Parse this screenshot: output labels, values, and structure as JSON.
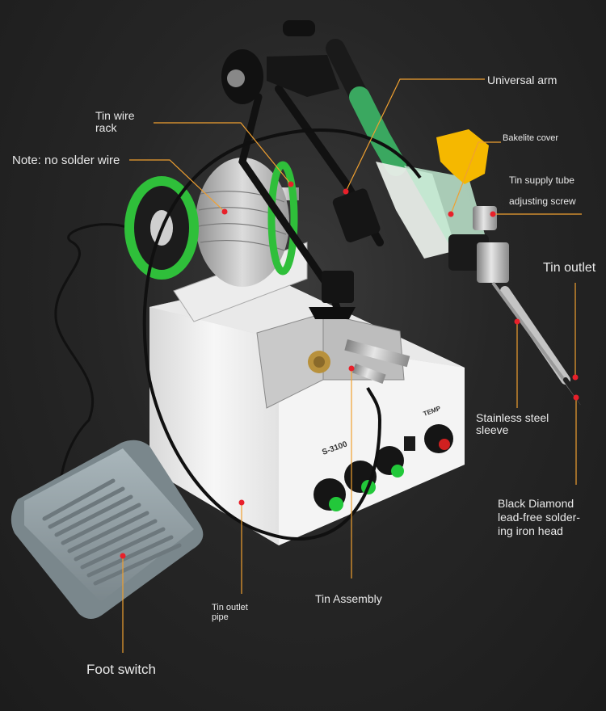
{
  "labels": {
    "universal_arm": "Universal arm",
    "tin_wire_rack": [
      "Tin wire",
      "rack"
    ],
    "no_solder_wire": "Note: no solder wire",
    "bakelite_cover": "Bakelite cover",
    "tin_supply_tube": "Tin supply tube",
    "adjusting_screw": "adjusting screw",
    "tin_outlet": "Tin outlet",
    "stainless_sleeve": [
      "Stainless steel",
      "sleeve"
    ],
    "black_diamond_head": [
      "Black Diamond",
      "lead-free solder-",
      "ing iron head"
    ],
    "tin_outlet_pipe": [
      "Tin outlet",
      "pipe"
    ],
    "tin_assembly": "Tin Assembly",
    "foot_switch": "Foot switch"
  },
  "device": {
    "model": "S-3100",
    "temp_label": "TEMP"
  },
  "colors": {
    "leader": "#f0a030",
    "dot": "#e8202a",
    "spool_green": "#2fbf3a",
    "knob_green": "#22c83a",
    "bakelite": "#f5b800",
    "handle_green": "#3aa860",
    "case": "#f2f2f2",
    "pedal": "#8d9aa0"
  }
}
